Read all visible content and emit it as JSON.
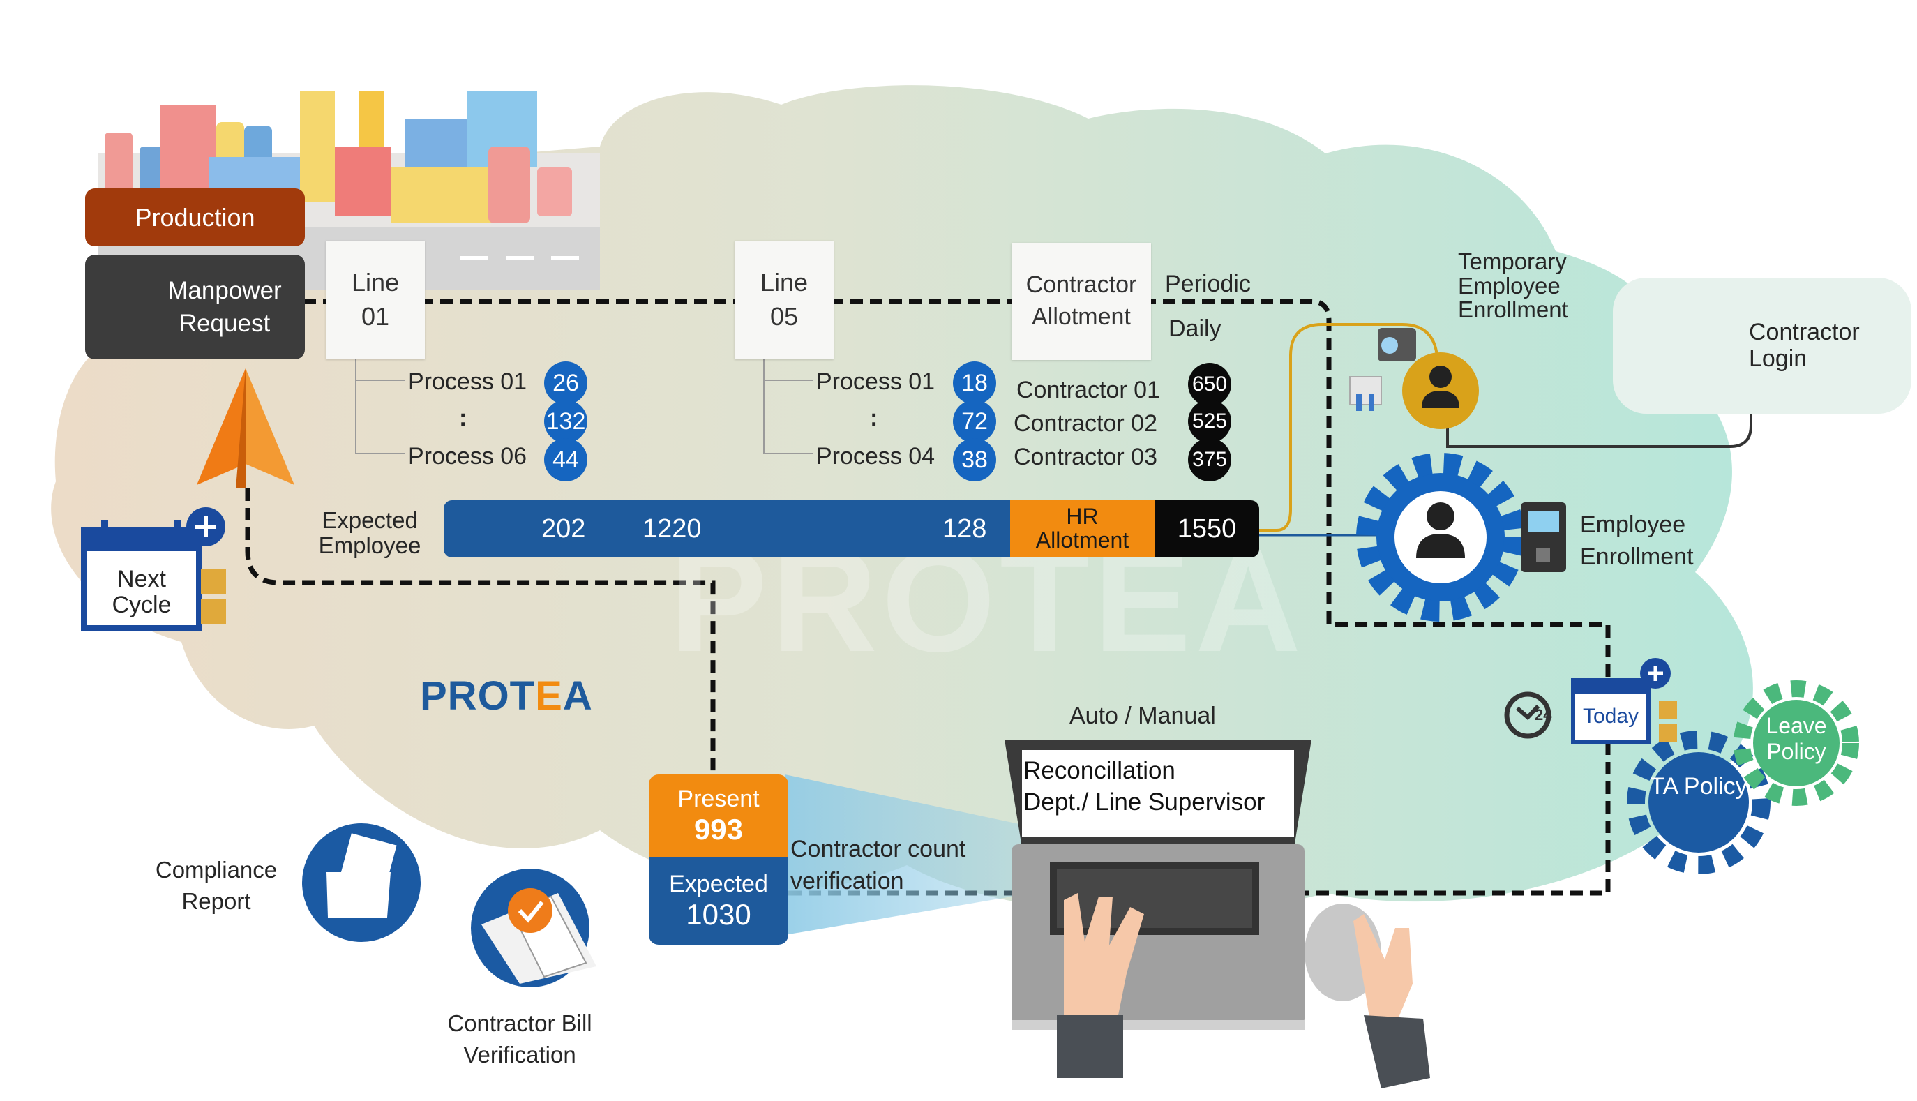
{
  "production": {
    "label": "Production"
  },
  "manpower_request": {
    "label": "Manpower Request"
  },
  "line01": {
    "title": "Line 01",
    "processes": [
      {
        "label": "Process 01",
        "value": "26"
      },
      {
        "label": ":",
        "value": "132"
      },
      {
        "label": "Process 06",
        "value": "44"
      }
    ]
  },
  "line05": {
    "title": "Line 05",
    "processes": [
      {
        "label": "Process 01",
        "value": "18"
      },
      {
        "label": ":",
        "value": "72"
      },
      {
        "label": "Process 04",
        "value": "38"
      }
    ]
  },
  "contractor_allotment": {
    "title": "Contractor Allotment",
    "periodic": "Periodic",
    "daily": "Daily",
    "contractors": [
      {
        "label": "Contractor 01",
        "value": "650"
      },
      {
        "label": "Contractor 02",
        "value": "525"
      },
      {
        "label": "Contractor 03",
        "value": "375"
      }
    ]
  },
  "expected_bar": {
    "label": "Expected Employee",
    "v1": "202",
    "v2": "1220",
    "v3": "128",
    "hr_label": "HR Allotment",
    "total": "1550"
  },
  "temp_enrollment": {
    "label": "Temporary Employee Enrollment"
  },
  "contractor_login": {
    "label": "Contractor Login"
  },
  "employee_enrollment": {
    "label": "Employee Enrollment"
  },
  "next_cycle": {
    "label": "Next Cycle"
  },
  "brand": {
    "prefix": "PROT",
    "accent": "E",
    "suffix": "A",
    "watermark": "PROTEA"
  },
  "auto_manual": {
    "label": "Auto / Manual"
  },
  "reconciliation": {
    "line1": "Reconcillation",
    "line2": "Dept./ Line Supervisor"
  },
  "present": {
    "label": "Present",
    "value": "993"
  },
  "expected": {
    "label": "Expected",
    "value": "1030"
  },
  "contractor_count": {
    "label": "Contractor count verification"
  },
  "compliance_report": {
    "label": "Compliance Report"
  },
  "contractor_bill": {
    "label": "Contractor Bill Verification"
  },
  "today": {
    "label": "Today",
    "clock": "24"
  },
  "ta_policy": {
    "label": "TA Policy"
  },
  "leave_policy": {
    "label": "Leave Policy"
  },
  "colors": {
    "blue": "#1e5a9c",
    "orange": "#f28b10",
    "dark_red": "#a13a0c",
    "dark_gray": "#3c3c3c",
    "badge_blue": "#1565c0",
    "gold": "#d9a21a",
    "green_gear": "#4bb87c"
  }
}
